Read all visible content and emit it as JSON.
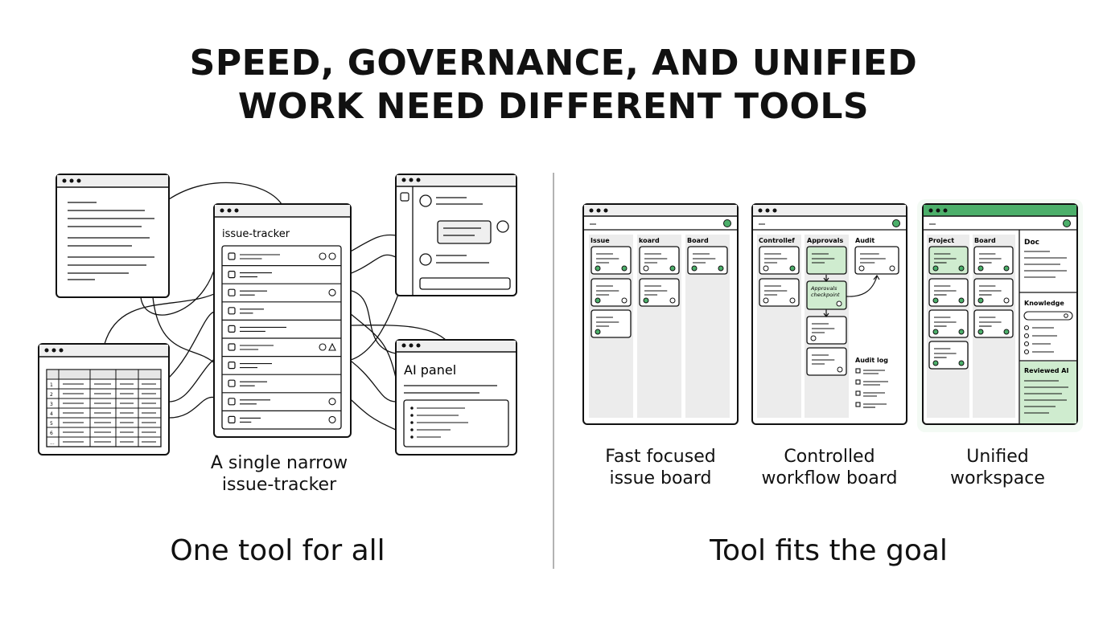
{
  "title": {
    "line1": "SPEED, GOVERNANCE, AND UNIFIED",
    "line2": "WORK NEED DIFFERENT TOOLS"
  },
  "left": {
    "tracker_title": "issue-tracker",
    "ai_panel_title": "AI panel",
    "spreadsheet_rows": [
      "1",
      "2",
      "3",
      "4",
      "5",
      "6",
      "..."
    ],
    "caption_line1": "A single narrow",
    "caption_line2": "issue-tracker",
    "section_label": "One tool for all"
  },
  "right": {
    "board1": {
      "columns": [
        "Issue",
        "koard",
        "Board"
      ],
      "caption_line1": "Fast focused",
      "caption_line2": "issue board"
    },
    "board2": {
      "columns": [
        "Controllef",
        "Approvals",
        "Audit"
      ],
      "checkpoint_line1": "Approvals",
      "checkpoint_line2": "checkpoint",
      "audit_log": "Audit log",
      "caption_line1": "Controlled",
      "caption_line2": "workflow board"
    },
    "board3": {
      "columns": [
        "Project",
        "Board"
      ],
      "doc": "Doc",
      "knowledge": "Knowledge",
      "reviewed_ai": "Reviewed AI",
      "caption_line1": "Unified",
      "caption_line2": "workspace"
    },
    "section_label": "Tool fits the goal"
  },
  "colors": {
    "ink": "#111111",
    "accent_green": "#4caf6a",
    "light_green": "#cfeccf",
    "window_gray": "#efefef",
    "column_gray": "#ececec"
  }
}
